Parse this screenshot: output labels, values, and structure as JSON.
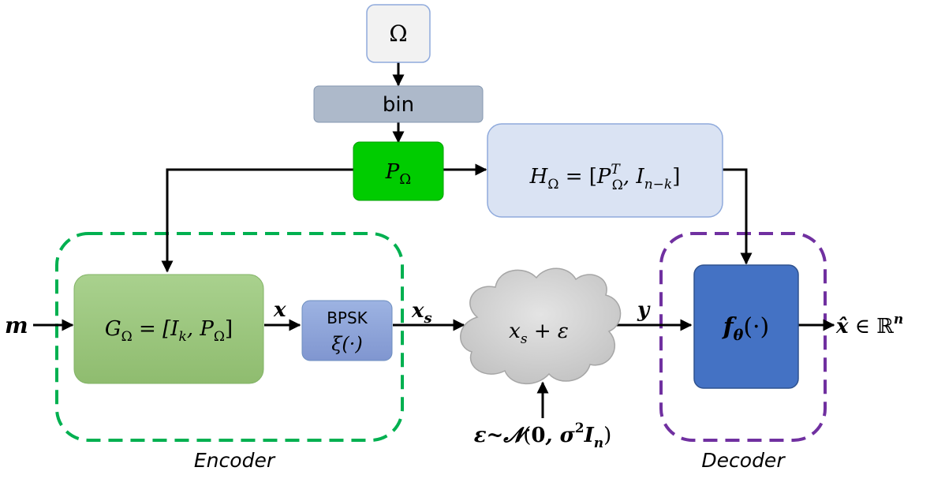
{
  "colors": {
    "omega_fill": "#f2f2f2",
    "omega_stroke": "#8faadc",
    "bin_fill": "#adb9ca",
    "p_fill": "#00cc00",
    "h_fill": "#dae3f3",
    "h_stroke": "#8faadc",
    "g_fill_top": "#a9d18e",
    "g_fill_bottom": "#8fbc6f",
    "bpsk_fill_top": "#9db3e2",
    "bpsk_fill_bottom": "#8096d0",
    "decoder_fill": "#4472c4",
    "encoder_dash": "#00b050",
    "decoder_dash": "#7030a0",
    "cloud_fill": "#c8c8c8"
  },
  "blocks": {
    "omega": "Ω",
    "bin": "bin",
    "p_main": "P",
    "p_sub": "Ω",
    "h_main": "H",
    "h_sub": "Ω",
    "h_eq": " = [",
    "h_p": "P",
    "h_p_sup": "T",
    "h_p_sub": "Ω",
    "h_comma": ", I",
    "h_i_sub": "n−k",
    "h_close": "]",
    "g_main": "G",
    "g_sub": "Ω",
    "g_eq": " = [I",
    "g_i_sub": "k",
    "g_comma": ", P",
    "g_p_sub": "Ω",
    "g_close": "]",
    "bpsk_label": "BPSK",
    "bpsk_func": "ξ(·)",
    "channel_x": "x",
    "channel_x_sub": "s",
    "channel_rest": " + ε",
    "decoder_f": "f",
    "decoder_sub": "θ",
    "decoder_arg": "(·)"
  },
  "signals": {
    "m": "m",
    "x": "x",
    "xs": "x",
    "xs_sub": "s",
    "y": "y",
    "xhat": "x̂",
    "xhat_rest": " ∈ ℝ",
    "xhat_sup": "n",
    "noise_eps": "ε~",
    "noise_N": "𝓝",
    "noise_open": "(",
    "noise_zero": "0",
    "noise_comma": ", σ",
    "noise_sq": "2",
    "noise_I": "I",
    "noise_n": "n",
    "noise_close": ")"
  },
  "labels": {
    "encoder": "Encoder",
    "decoder": "Decoder"
  }
}
